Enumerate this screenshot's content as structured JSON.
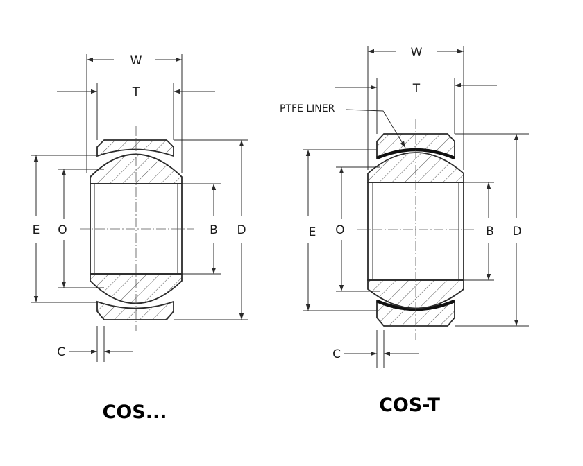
{
  "left_view": {
    "title": "COS...",
    "dims": {
      "w": "W",
      "t": "T",
      "e": "E",
      "o": "O",
      "b": "B",
      "d": "D",
      "c": "C"
    }
  },
  "right_view": {
    "title": "COS-T",
    "liner_label": "PTFE LINER",
    "dims": {
      "w": "W",
      "t": "T",
      "e": "E",
      "o": "O",
      "b": "B",
      "d": "D",
      "c": "C"
    }
  },
  "colors": {
    "line": "#2b2b2b",
    "liner": "#111111"
  }
}
